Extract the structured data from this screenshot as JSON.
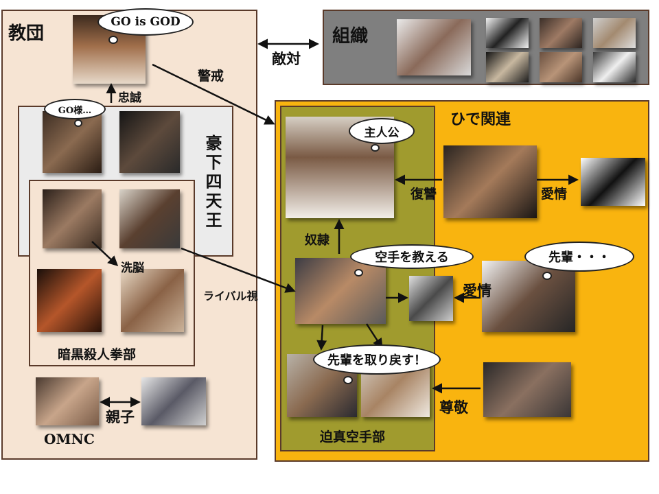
{
  "groups": {
    "kyodan": "教団",
    "soshiki": "組織",
    "hide": "ひで関連",
    "goka": "豪下四天王",
    "ankoku": "暗黒殺人拳部",
    "hakushin": "迫真空手部",
    "omnc": "OMNC"
  },
  "relations": {
    "tekitai": "敵対",
    "keikai": "警戒",
    "chusei": "忠誠",
    "sennou": "洗脳",
    "rival": "ライバル視",
    "dorei": "奴隷",
    "fukushu": "復讐",
    "aijo_right": "愛情",
    "aijo_center": "愛情",
    "sonkei": "尊敬",
    "oyako": "親子"
  },
  "bubbles": {
    "go_is_god": "GO is GOD",
    "go_sama": "GO様…",
    "shujinko": "主人公",
    "karate": "空手を教える",
    "senpai": "先輩・・・",
    "torimodosu": "先輩を取り戻す！"
  },
  "colors": {
    "tan": "#f6e4d3",
    "grey": "#7f7f7f",
    "gold": "#f9b40f",
    "olive": "#a09b2e",
    "light": "#ebebeb"
  }
}
